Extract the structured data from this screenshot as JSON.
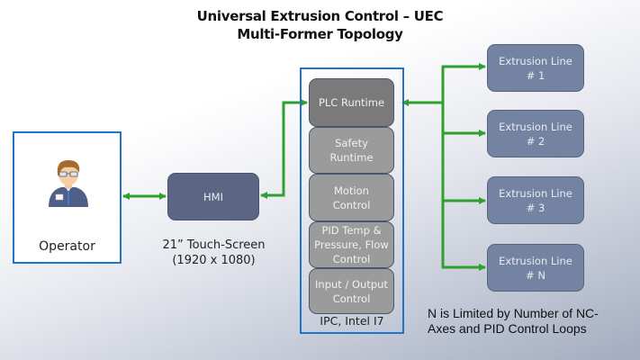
{
  "title": {
    "line1": "Universal Extrusion Control – UEC",
    "line2": "Multi-Former Topology"
  },
  "operator": {
    "label": "Operator",
    "icon": "operator-avatar-icon"
  },
  "hmi": {
    "label": "HMI",
    "caption_line1": "21” Touch-Screen",
    "caption_line2": "(1920 x 1080)"
  },
  "ipc": {
    "label": "IPC, Intel I7",
    "modules": [
      {
        "line1": "PLC Runtime",
        "line2": ""
      },
      {
        "line1": "Safety",
        "line2": "Runtime"
      },
      {
        "line1": "Motion",
        "line2": "Control"
      },
      {
        "line1": "PID Temp &",
        "line2": "Pressure, Flow",
        "line3": "Control"
      },
      {
        "line1": "Input / Output",
        "line2": "Control"
      }
    ]
  },
  "extrusion_lines": [
    {
      "line1": "Extrusion Line",
      "line2": "# 1"
    },
    {
      "line1": "Extrusion Line",
      "line2": "# 2"
    },
    {
      "line1": "Extrusion Line",
      "line2": "# 3"
    },
    {
      "line1": "Extrusion Line",
      "line2": "# N"
    }
  ],
  "note": {
    "line1": "N is Limited by Number of  NC-",
    "line2": "Axes and PID Control Loops"
  },
  "colors": {
    "connector": "#2ea02e",
    "frame_border": "#1f73c8",
    "hmi_fill": "#5b6684",
    "plc_fill": "#7a7a7a",
    "module_fill": "#9b9b9b",
    "extrusion_fill": "#7483a2"
  }
}
